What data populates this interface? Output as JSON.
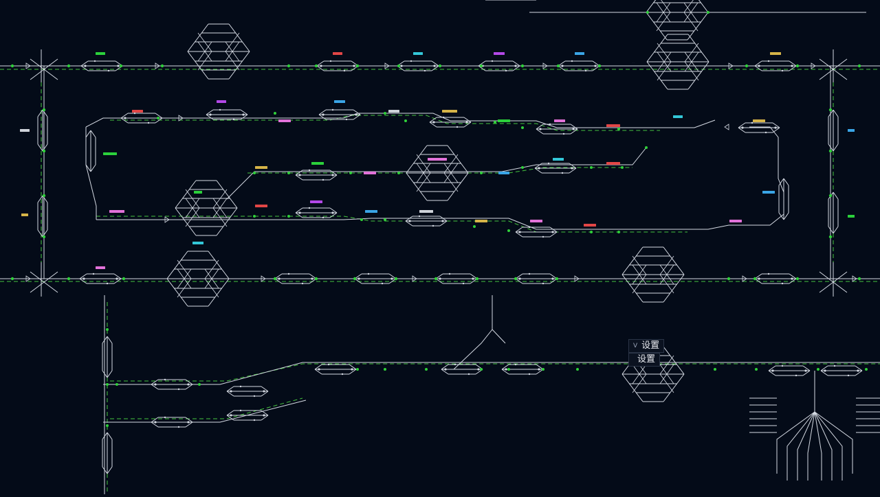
{
  "colors": {
    "background": "#040b18",
    "track": "#d6dbe4",
    "siding": "#45c43f",
    "route": "#7fd46a",
    "signal": "#2fd13a",
    "label_green": "#2bd13b",
    "label_red": "#e24646",
    "label_blue": "#3aa5e6",
    "label_purple": "#b348e8",
    "label_gold": "#d6b448",
    "label_gray": "#cfd3da",
    "label_cyan": "#33c7d8",
    "label_pink": "#e272d9"
  },
  "context_menu": {
    "items": [
      {
        "key": "V",
        "label": "设置"
      },
      {
        "key": "",
        "label": "设置"
      }
    ]
  },
  "stations": [
    {
      "id": "s1",
      "color": "label_green"
    },
    {
      "id": "s2",
      "color": "label_red"
    },
    {
      "id": "s3",
      "color": "label_cyan"
    },
    {
      "id": "s4",
      "color": "label_purple"
    },
    {
      "id": "s5",
      "color": "label_blue"
    },
    {
      "id": "s6",
      "color": "label_gold"
    },
    {
      "id": "s7",
      "color": "label_red"
    },
    {
      "id": "s8",
      "color": "label_purple"
    },
    {
      "id": "s9",
      "color": "label_blue"
    },
    {
      "id": "s10",
      "color": "label_gray"
    },
    {
      "id": "s11",
      "color": "label_gold"
    },
    {
      "id": "s12",
      "color": "label_green"
    },
    {
      "id": "s13",
      "color": "label_pink"
    },
    {
      "id": "s14",
      "color": "label_red"
    },
    {
      "id": "s15",
      "color": "label_cyan"
    },
    {
      "id": "s16",
      "color": "label_gold"
    },
    {
      "id": "s17",
      "color": "label_pink"
    },
    {
      "id": "s18",
      "color": "label_blue"
    },
    {
      "id": "s19",
      "color": "label_gray"
    },
    {
      "id": "s20",
      "color": "label_green"
    },
    {
      "id": "s21",
      "color": "label_gold"
    },
    {
      "id": "s22",
      "color": "label_green"
    },
    {
      "id": "s23",
      "color": "label_pink"
    },
    {
      "id": "s24",
      "color": "label_pink"
    },
    {
      "id": "s25",
      "color": "label_blue"
    },
    {
      "id": "s26",
      "color": "label_cyan"
    },
    {
      "id": "s27",
      "color": "label_red"
    },
    {
      "id": "s28",
      "color": "label_pink"
    },
    {
      "id": "s29",
      "color": "label_green"
    },
    {
      "id": "s30",
      "color": "label_red"
    },
    {
      "id": "s31",
      "color": "label_purple"
    },
    {
      "id": "s32",
      "color": "label_blue"
    },
    {
      "id": "s33",
      "color": "label_gray"
    },
    {
      "id": "s34",
      "color": "label_gold"
    },
    {
      "id": "s35",
      "color": "label_pink"
    },
    {
      "id": "s36",
      "color": "label_red"
    },
    {
      "id": "s37",
      "color": "label_pink"
    },
    {
      "id": "s38",
      "color": "label_blue"
    },
    {
      "id": "s39",
      "color": "label_gold"
    },
    {
      "id": "s40",
      "color": "label_green"
    },
    {
      "id": "s41",
      "color": "label_pink"
    },
    {
      "id": "s42",
      "color": "label_cyan"
    }
  ]
}
